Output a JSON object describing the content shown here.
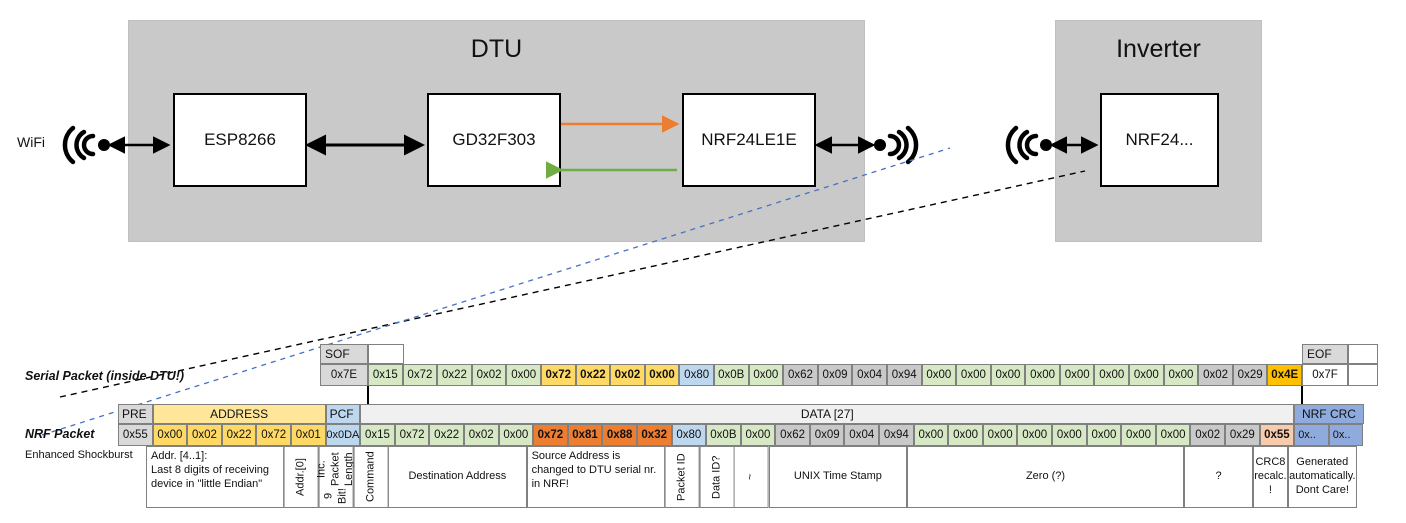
{
  "diagram": {
    "dtu": {
      "title": "DTU",
      "chips": [
        {
          "label": "ESP8266"
        },
        {
          "label": "GD32F303"
        },
        {
          "label": "NRF24LE1E"
        }
      ],
      "wifi_label": "WiFi",
      "arrow_up_color": "#ed7d31",
      "arrow_down_color": "#70ad47"
    },
    "inverter": {
      "title": "Inverter",
      "chips": [
        {
          "label": "NRF24..."
        }
      ]
    }
  },
  "serial_packet": {
    "row_label": "Serial Packet (inside DTU!)",
    "header": [
      {
        "label": "SOF",
        "span": 2,
        "fill": "c-grey"
      }
    ],
    "eof_header": {
      "label": "EOF",
      "span": 2,
      "fill": "c-grey"
    },
    "sof_value": "0x7E",
    "eof_value": "0x7F",
    "bytes": [
      {
        "v": "0x15",
        "fill": "c-green"
      },
      {
        "v": "0x72",
        "fill": "c-green"
      },
      {
        "v": "0x22",
        "fill": "c-green"
      },
      {
        "v": "0x02",
        "fill": "c-green"
      },
      {
        "v": "0x00",
        "fill": "c-green"
      },
      {
        "v": "0x72",
        "fill": "c-amber",
        "bold": true
      },
      {
        "v": "0x22",
        "fill": "c-amber",
        "bold": true
      },
      {
        "v": "0x02",
        "fill": "c-amber",
        "bold": true
      },
      {
        "v": "0x00",
        "fill": "c-amber",
        "bold": true
      },
      {
        "v": "0x80",
        "fill": "c-blue"
      },
      {
        "v": "0x0B",
        "fill": "c-green"
      },
      {
        "v": "0x00",
        "fill": "c-green"
      },
      {
        "v": "0x62",
        "fill": "c-dgrey"
      },
      {
        "v": "0x09",
        "fill": "c-dgrey"
      },
      {
        "v": "0x04",
        "fill": "c-dgrey"
      },
      {
        "v": "0x94",
        "fill": "c-dgrey"
      },
      {
        "v": "0x00",
        "fill": "c-green"
      },
      {
        "v": "0x00",
        "fill": "c-green"
      },
      {
        "v": "0x00",
        "fill": "c-green"
      },
      {
        "v": "0x00",
        "fill": "c-green"
      },
      {
        "v": "0x00",
        "fill": "c-green"
      },
      {
        "v": "0x00",
        "fill": "c-green"
      },
      {
        "v": "0x00",
        "fill": "c-green"
      },
      {
        "v": "0x00",
        "fill": "c-green"
      },
      {
        "v": "0x02",
        "fill": "c-dgrey"
      },
      {
        "v": "0x29",
        "fill": "c-dgrey"
      },
      {
        "v": "0x4E",
        "fill": "c-yellow",
        "bold": true
      }
    ]
  },
  "nrf_packet": {
    "row_label": "NRF Packet",
    "sub_label": "Enhanced Shockburst",
    "headers": [
      {
        "label": "PRE",
        "span": 1,
        "fill": "c-grey"
      },
      {
        "label": "ADDRESS",
        "span": 5,
        "fill": "c-yelhdr"
      },
      {
        "label": "PCF",
        "span": 1,
        "fill": "c-blue"
      },
      {
        "label": "DATA [27]",
        "span": 27,
        "fill": "c-lgrey"
      },
      {
        "label": "NRF CRC",
        "span": 2,
        "fill": "c-bluehdr"
      }
    ],
    "bytes": [
      {
        "v": "0x55",
        "fill": "c-grey"
      },
      {
        "v": "0x00",
        "fill": "c-amber"
      },
      {
        "v": "0x02",
        "fill": "c-amber"
      },
      {
        "v": "0x22",
        "fill": "c-amber"
      },
      {
        "v": "0x72",
        "fill": "c-amber"
      },
      {
        "v": "0x01",
        "fill": "c-amber"
      },
      {
        "v": "0x0DA",
        "fill": "c-blue"
      },
      {
        "v": "0x15",
        "fill": "c-green"
      },
      {
        "v": "0x72",
        "fill": "c-green"
      },
      {
        "v": "0x22",
        "fill": "c-green"
      },
      {
        "v": "0x02",
        "fill": "c-green"
      },
      {
        "v": "0x00",
        "fill": "c-green"
      },
      {
        "v": "0x72",
        "fill": "c-orange",
        "bold": true
      },
      {
        "v": "0x81",
        "fill": "c-orange",
        "bold": true
      },
      {
        "v": "0x88",
        "fill": "c-orange",
        "bold": true
      },
      {
        "v": "0x32",
        "fill": "c-orange",
        "bold": true
      },
      {
        "v": "0x80",
        "fill": "c-blue"
      },
      {
        "v": "0x0B",
        "fill": "c-green"
      },
      {
        "v": "0x00",
        "fill": "c-green"
      },
      {
        "v": "0x62",
        "fill": "c-dgrey"
      },
      {
        "v": "0x09",
        "fill": "c-dgrey"
      },
      {
        "v": "0x04",
        "fill": "c-dgrey"
      },
      {
        "v": "0x94",
        "fill": "c-dgrey"
      },
      {
        "v": "0x00",
        "fill": "c-green"
      },
      {
        "v": "0x00",
        "fill": "c-green"
      },
      {
        "v": "0x00",
        "fill": "c-green"
      },
      {
        "v": "0x00",
        "fill": "c-green"
      },
      {
        "v": "0x00",
        "fill": "c-green"
      },
      {
        "v": "0x00",
        "fill": "c-green"
      },
      {
        "v": "0x00",
        "fill": "c-green"
      },
      {
        "v": "0x00",
        "fill": "c-green"
      },
      {
        "v": "0x02",
        "fill": "c-dgrey"
      },
      {
        "v": "0x29",
        "fill": "c-dgrey"
      },
      {
        "v": "0x55",
        "fill": "c-lorange",
        "bold": true
      },
      {
        "v": "0x..",
        "fill": "c-bluehdr"
      },
      {
        "v": "0x..",
        "fill": "c-bluehdr"
      }
    ],
    "descriptions": [
      {
        "text": "Addr. [4..1]:\nLast 8 digits of receiving device in \"little Endian\"",
        "span": 4,
        "style": "left",
        "fill": "c-white"
      },
      {
        "text": "Addr.[0]",
        "span": 1,
        "style": "vert",
        "fill": "c-white"
      },
      {
        "text": "9 Bit!\nInc. Packet Length",
        "span": 1,
        "style": "vert",
        "fill": "c-white"
      },
      {
        "text": "Command",
        "span": 1,
        "style": "vert",
        "fill": "c-white"
      },
      {
        "text": "Destination Address",
        "span": 4,
        "style": "center",
        "fill": "c-white"
      },
      {
        "text": "Source Address is changed to DTU serial nr. in NRF!",
        "span": 4,
        "style": "left",
        "fill": "c-lorange"
      },
      {
        "text": "Packet ID",
        "span": 1,
        "style": "vert",
        "fill": "c-white"
      },
      {
        "text": "Data ID?",
        "span": 1,
        "style": "vert",
        "fill": "c-white"
      },
      {
        "text": "~",
        "span": 1,
        "style": "vert",
        "fill": "c-white"
      },
      {
        "text": "UNIX Time Stamp",
        "span": 4,
        "style": "center",
        "fill": "c-white"
      },
      {
        "text": "Zero (?)",
        "span": 8,
        "style": "center",
        "fill": "c-white"
      },
      {
        "text": "?",
        "span": 2,
        "style": "center",
        "fill": "c-white"
      },
      {
        "text": "CRC8 recalc. !",
        "span": 1,
        "style": "center",
        "fill": "c-lorange"
      },
      {
        "text": "Generated automatically. Dont Care!",
        "span": 2,
        "style": "center",
        "fill": "c-white"
      }
    ]
  }
}
